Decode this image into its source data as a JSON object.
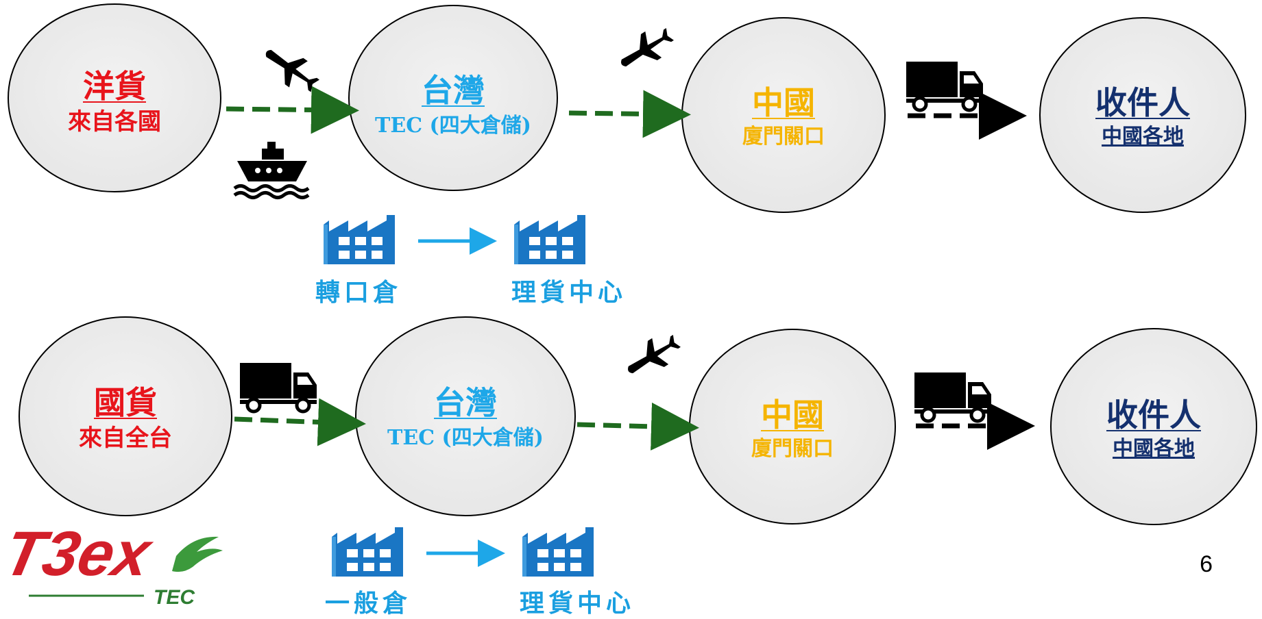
{
  "row1": {
    "origin": {
      "title": "洋貨",
      "subtitle": "來自各國"
    },
    "hub": {
      "title": "台灣",
      "subtitle": "TEC (四大倉儲)"
    },
    "port": {
      "title": "中國",
      "subtitle": "廈門關口"
    },
    "dest": {
      "title": "收件人",
      "subtitle": "中國各地"
    },
    "warehouse_from": "轉口倉",
    "warehouse_to": "理貨中心"
  },
  "row2": {
    "origin": {
      "title": "國貨",
      "subtitle": "來自全台"
    },
    "hub": {
      "title": "台灣",
      "subtitle": "TEC (四大倉儲)"
    },
    "port": {
      "title": "中國",
      "subtitle": "廈門關口"
    },
    "dest": {
      "title": "收件人",
      "subtitle": "中國各地"
    },
    "warehouse_from": "一般倉",
    "warehouse_to": "理貨中心"
  },
  "logo_text": "T3ex",
  "logo_sub": "TEC",
  "page_number": "6",
  "colors": {
    "origin": "#e8141b",
    "hub": "#1ea7e8",
    "port": "#f5b400",
    "dest": "#14306e",
    "green_arrow": "#1f6b1f",
    "factory": "#1a76c4",
    "logo_red": "#d21f2a",
    "logo_green": "#3c9a3c"
  },
  "icons": [
    "airplane-descending-icon",
    "airplane-ascending-icon",
    "ship-icon",
    "truck-icon",
    "factory-icon"
  ]
}
